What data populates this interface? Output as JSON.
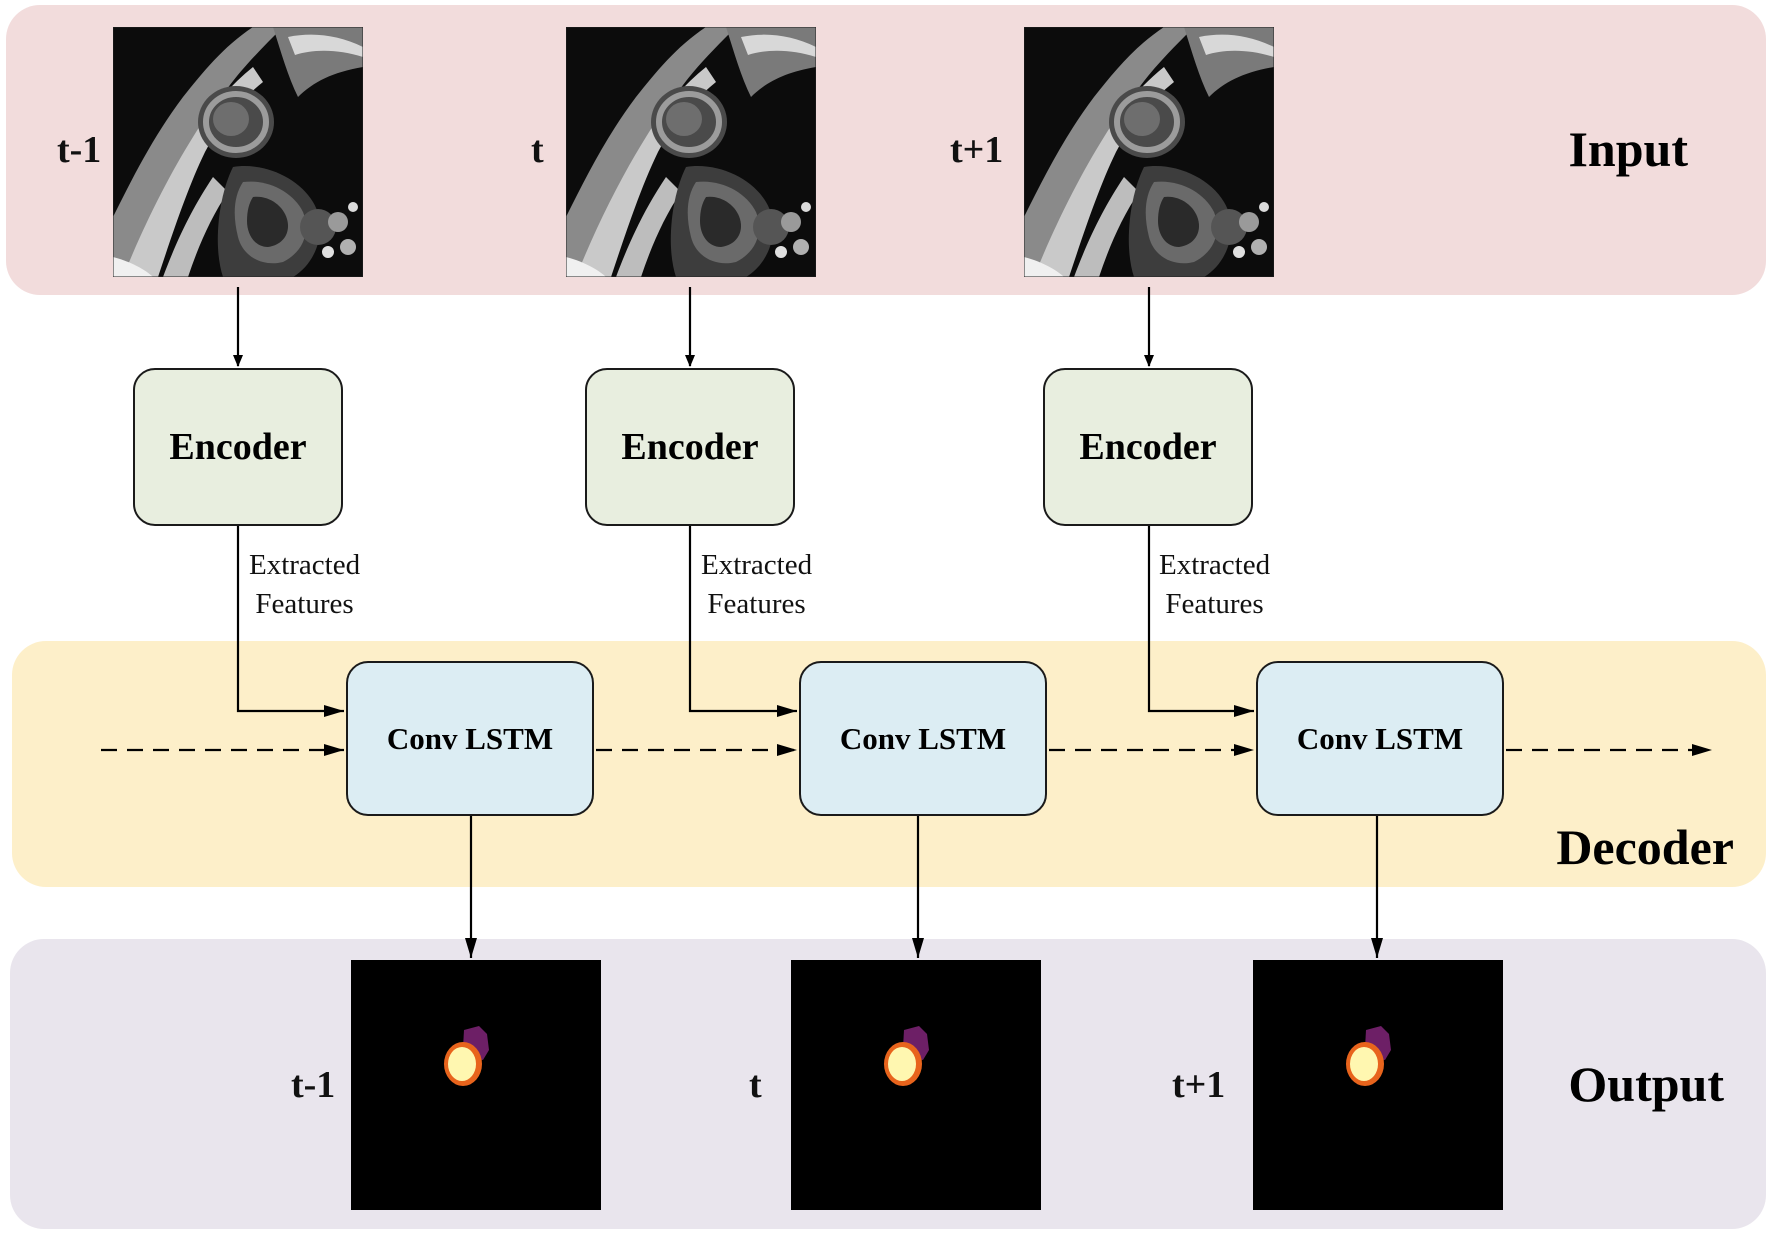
{
  "stages": {
    "input": "Input",
    "decoder": "Decoder",
    "output": "Output"
  },
  "timesteps": [
    {
      "label": "t-1",
      "encoder": "Encoder",
      "features": [
        "Extracted",
        "Features"
      ],
      "lstm": "Conv LSTM"
    },
    {
      "label": "t",
      "encoder": "Encoder",
      "features": [
        "Extracted",
        "Features"
      ],
      "lstm": "Conv LSTM"
    },
    {
      "label": "t+1",
      "encoder": "Encoder",
      "features": [
        "Extracted",
        "Features"
      ],
      "lstm": "Conv LSTM"
    }
  ],
  "colors": {
    "input_band": "#f2dcdc",
    "decoder_band": "#fdefc9",
    "output_band": "#e9e5ed",
    "encoder_fill": "#e8eedf",
    "lstm_fill": "#dcedf3",
    "mask_outer": "#6d1f66",
    "mask_ring": "#e8641c",
    "mask_core": "#fff7b0"
  }
}
